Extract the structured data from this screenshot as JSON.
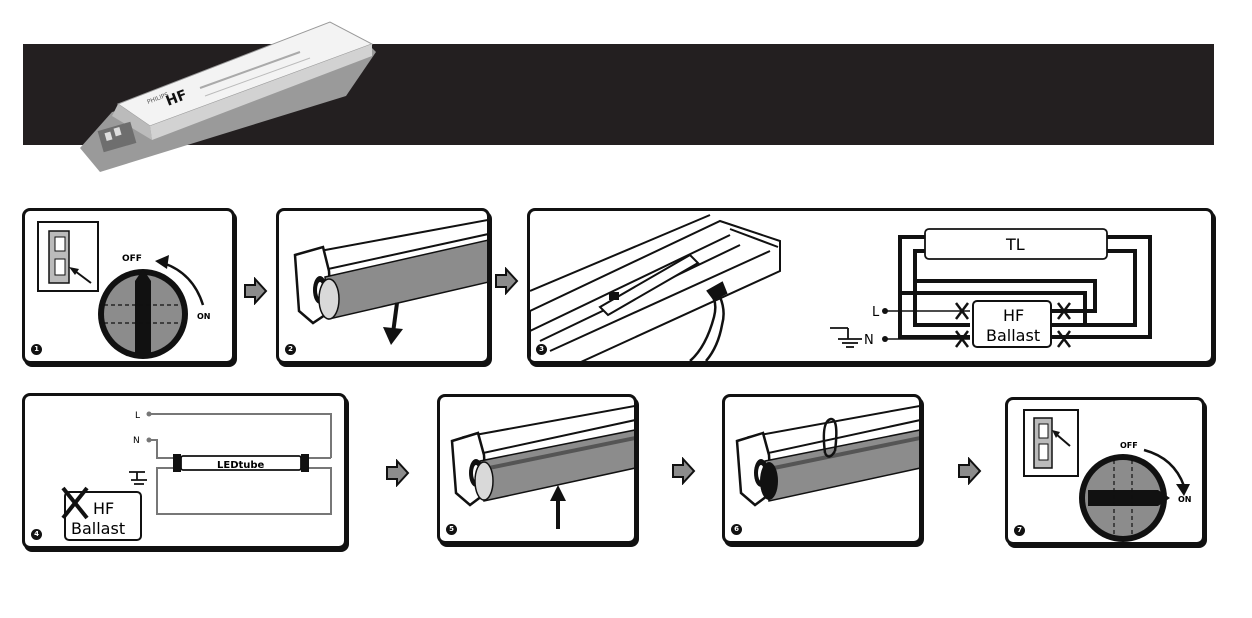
{
  "steps": [
    {
      "number": "1",
      "off_label": "OFF",
      "on_label": "ON"
    },
    {
      "number": "2"
    },
    {
      "number": "3",
      "tube_label": "TL",
      "ballast_line1": "HF",
      "ballast_line2": "Ballast",
      "live_label": "L",
      "neutral_label": "N"
    },
    {
      "number": "4",
      "live_label": "L",
      "neutral_label": "N",
      "tube_label": "LEDtube",
      "ballast_line1": "HF",
      "ballast_line2": "Ballast"
    },
    {
      "number": "5"
    },
    {
      "number": "6"
    },
    {
      "number": "7",
      "off_label": "OFF",
      "on_label": "ON"
    }
  ],
  "product": {
    "brand_label": "PHILIPS",
    "logo_label": "HF"
  },
  "colors": {
    "banner": "#231f20",
    "line": "#111111",
    "fill_gray": "#8c8c8c"
  }
}
